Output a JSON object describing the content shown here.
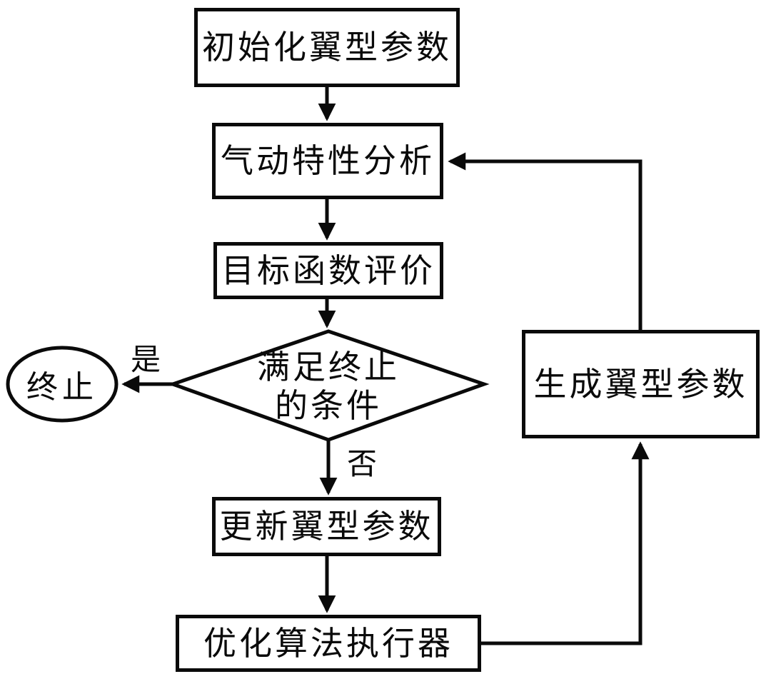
{
  "diagram": {
    "title": "airfoil-optimization-flowchart",
    "nodes": {
      "init": {
        "label": "初始化翼型参数"
      },
      "aero": {
        "label": "气动特性分析"
      },
      "objective": {
        "label": "目标函数评价"
      },
      "decision": {
        "line1": "满足终止",
        "line2": "的条件"
      },
      "terminate": {
        "label": "终止"
      },
      "update": {
        "label": "更新翼型参数"
      },
      "optimizer": {
        "label": "优化算法执行器"
      },
      "generate": {
        "label": "生成翼型参数"
      }
    },
    "edge_labels": {
      "yes": "是",
      "no": "否"
    },
    "colors": {
      "stroke": "#0a0a0a",
      "fill": "#ffffff",
      "text": "#0a0a0a"
    }
  }
}
